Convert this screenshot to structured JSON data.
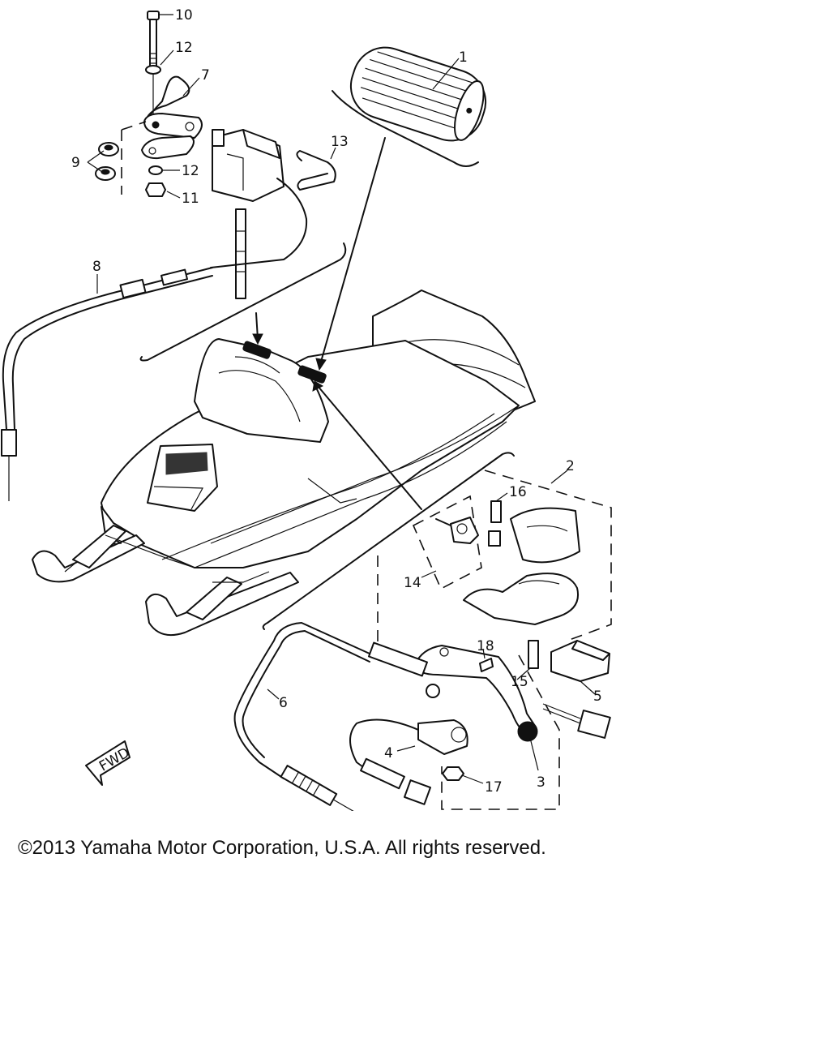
{
  "diagram": {
    "callouts": [
      "1",
      "2",
      "3",
      "4",
      "5",
      "6",
      "7",
      "8",
      "9",
      "10",
      "11",
      "12",
      "12",
      "13",
      "14",
      "15",
      "16",
      "17",
      "18"
    ],
    "fwd_marker": "FWD"
  },
  "footer": {
    "copyright": "©2013 Yamaha Motor Corporation, U.S.A. All rights reserved."
  }
}
